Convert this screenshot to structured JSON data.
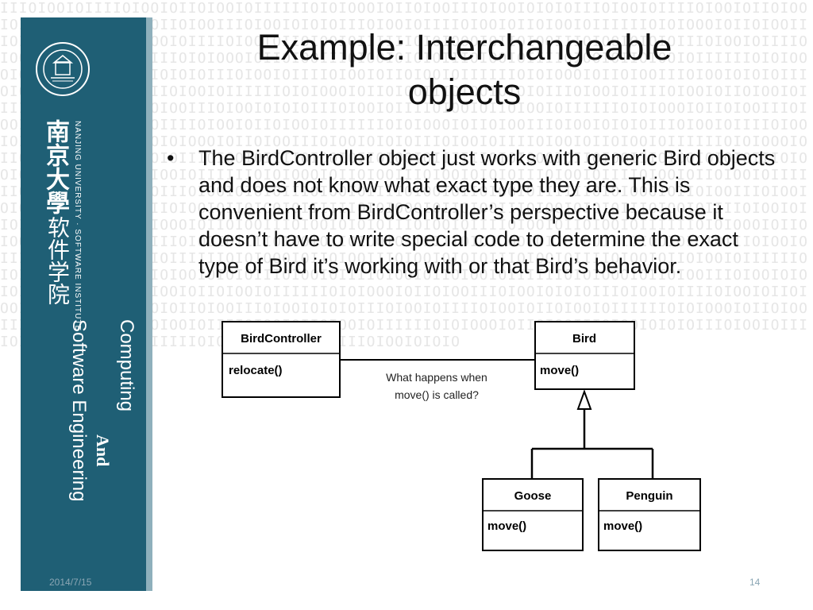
{
  "background_pattern": "IIIOIOOIOIIIIOIOOIOIIOIOOIOIIIIIIOIOIOOOIOIIOIOOIIIOIOOIOIOIOIIIOIOOIOIIIIOIOOIOIIOIOOIOIIIIIIOIOIOOOIOIIOIOOIIIOIOOIOIOIOIIIOIOOIOIIIIOIOOIOIIOIOOIOIIIIIIOIOIOOOIOIIOIOOIIIOIOOIOIOIOIIIOIOOIOIIIIOIOOIOIIOIOOIOIIIIIIOIOIOOOIOIIOIOOIIIOIOOIOIOIOIIIOIOOIOIIIIOIOOIOIIOIOOIOIIIIIIOIOIOOOIOIIOIOOIIIOIOOIOIOIOIIIOIOOIOIIIIOIOOIOIIOIOOIOIIIIIIOIOIOOOIOIIOIOOIIIOIOOIOIOIOIIIOIOOIOIIIIOIOOIOIIOIOOIOIIIIIIOIOIOOOIOIIOIOOIIIOIOOIOIOIOIIIOIOOIOIIIIOIOOIOIIOIOOIOIIIIIIOIOIOOOIOIIOIOOIIIOIOOIOIOIOIIIOIOOIOIIIIOIOOIOIIOIOOIOIIIIIIOIOIOOOIOIIOIOOIIIOIOOIOIOIOIIIOIOOIOIIIIOIOOIOIIOIOOIOIIIIIIOIOIOOOIOIIOIOOIIIOIOOIOIOIOIIIOIOOIOIIIIOIOOIOIIOIOOIOIIIIIIOIOIOOOIOIIOIOOIIIOIOOIOIOIOIIIOIOOIOIIIIOIOOIOIIOIOOIOIIIIIIOIOIOOOIOIIOIOOIIIOIOOIOIOIOIIIOIOOIOIIIIOIOOIOIIOIOOIOIIIIIIOIOIOOOIOIIOIOOIIIOIOOIOIOIOIIIOIOOIOIIIIOIOOIOIIOIOOIOIIIIIIOIOIOOOIOIIOIOOIIIOIOOIOIOIOIIIOIOOIOIIIIOIOOIOIIOIOOIOIIIIIIOIOIOOOIOIIOIOOIIIOIOOIOIOIOIIIOIOOIOIIIIOIOOIOIIOIOOIOIIIIIIOIOIOOOIOIIOIOOIIIOIOOIOIOIOIIIOIOOIOIIIIOIOOIOIIOIOOIOIIIIIIOIOIOOOIOIIOIOOIIIOIOOIOIOIOIIIOIOOIOIIIIOIOOIOIIOIOOIOIIIIIIOIOIOOOIOIIOIOOIIIOIOOIOIOIOIIIOIOOIOIIIIOIOOIOIIOIOOIOIIIIIIOIOIOOOIOIIOIOOIIIOIOOIOIOIOIIIOIOOIOIIIIOIOOIOIIOIOOIOIIIIIIOIOIOOOIOIIOIOOIIIOIOOIOIOIOIIIOIOOIOIIIIOIOOIOIIOIOOIOIIIIIIOIOIOOOIOIIOIOOIIIOIOOIOIOIOIIIOIOOIOIIIIOIOOIOIIOIOOIOIIIIIIOIOIOOOIOIIOIOOIIIOIOOIOIOIOIIIOIOOIOIIIIOIOOIOIIOIOOIOIIIIIIOIOIOOOIOIIOIOOIIIOIOOIOIOIOIIIOIOOIOIIIIOIOOIOIIOIOOIOIIIIIIOIOIOOOIOIIOIOOIIIOIOOIOIOIOIIIOIOOIOIIIIOIOOIOIIOIOOIOIIIIIIOIOIOOOIOIIOIOOIIIOIOOIOIOIOIIIOIOOIOIIIIOIOOIOIIOIOOIOIIIIIIOIOIOOOIOIIOIOOIIIOIOOIOIOIOIIIOIOOIOIIIIOIOOIOIIOIOOIOIIIIIIOIOIOOOIOIIOIOOIIIOIOOIOIOIOIIIOIOOIOIIIIOIOOIOIIOIOOIOIIIIIIOIOIOOOIOIIOIOOIIIOIOOIOIOIOIIIOIOOIOIIIIOIOOIOIIOIOOIOIIIIIIOIOIOOOIOIIOIOOIIIOIOOIOIOIO",
  "sidebar": {
    "logo_icon": "university-seal-icon",
    "chinese_name": "南京大學",
    "chinese_department": "软件学院",
    "english_name": "NANJING UNIVERSITY · SOFTWARE INSTITUTE",
    "dept_line1": "Computing",
    "dept_line2": "And",
    "dept_line3": "Software Engineering",
    "bg_color": "#1f5f75"
  },
  "slide": {
    "title": "Example: Interchangeable objects",
    "bullet_symbol": "•",
    "bullets": [
      "The BirdController object just works with generic Bird objects and does not know what exact type they are. This is convenient from BirdController’s perspective because it doesn’t have to write special code to determine the exact type of Bird it’s working with or that Bird’s behavior."
    ]
  },
  "diagram": {
    "controller": {
      "name": "BirdController",
      "method": "relocate()"
    },
    "bird": {
      "name": "Bird",
      "method": "move()"
    },
    "goose": {
      "name": "Goose",
      "method": "move()"
    },
    "penguin": {
      "name": "Penguin",
      "method": "move()"
    },
    "note_line1": "What happens when",
    "note_line2": "move() is called?"
  },
  "footer": {
    "date": "2014/7/15",
    "page_number": "14"
  }
}
